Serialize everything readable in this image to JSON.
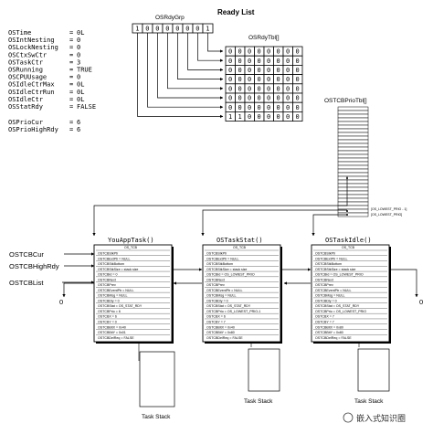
{
  "ready_list_title": "Ready List",
  "osrdygrp": {
    "label": "OSRdyGrp",
    "bits": [
      "1",
      "0",
      "0",
      "0",
      "0",
      "0",
      "0",
      "1"
    ]
  },
  "osrdytbl": {
    "label": "OSRdyTbl[]",
    "rows": [
      [
        "0",
        "0",
        "0",
        "0",
        "0",
        "0",
        "0",
        "0"
      ],
      [
        "0",
        "0",
        "0",
        "0",
        "0",
        "0",
        "0",
        "0"
      ],
      [
        "0",
        "0",
        "0",
        "0",
        "0",
        "0",
        "0",
        "0"
      ],
      [
        "0",
        "0",
        "0",
        "0",
        "0",
        "0",
        "0",
        "0"
      ],
      [
        "0",
        "0",
        "0",
        "0",
        "0",
        "0",
        "0",
        "0"
      ],
      [
        "0",
        "0",
        "0",
        "0",
        "0",
        "0",
        "0",
        "0"
      ],
      [
        "0",
        "0",
        "0",
        "0",
        "0",
        "0",
        "0",
        "0"
      ],
      [
        "1",
        "1",
        "0",
        "0",
        "0",
        "0",
        "0",
        "0"
      ]
    ]
  },
  "variables": [
    {
      "name": "OSTime",
      "value": "0L"
    },
    {
      "name": "OSIntNesting",
      "value": "0"
    },
    {
      "name": "OSLockNesting",
      "value": "0"
    },
    {
      "name": "OSCtxSwCtr",
      "value": "0"
    },
    {
      "name": "OSTaskCtr",
      "value": "3"
    },
    {
      "name": "OSRunning",
      "value": "TRUE"
    },
    {
      "name": "OSCPUUsage",
      "value": "0"
    },
    {
      "name": "OSIdleCtrMax",
      "value": "0L"
    },
    {
      "name": "OSIdleCtrRun",
      "value": "0L"
    },
    {
      "name": "OSIdleCtr",
      "value": "0L"
    },
    {
      "name": "OSStatRdy",
      "value": "FALSE"
    }
  ],
  "prio_variables": [
    {
      "name": "OSPrioCur",
      "value": "6"
    },
    {
      "name": "OSPrioHighRdy",
      "value": "6"
    }
  ],
  "ostcbpriotbl": {
    "label": "OSTCBPrioTbl[]",
    "annotations": [
      "[OS_LOWEST_PRIO - 1]",
      "[OS_LOWEST_PRIO]"
    ]
  },
  "pointers": {
    "cur": "OSTCBCur",
    "high": "OSTCBHighRdy",
    "list": "OSTCBList",
    "zero_left": "0",
    "zero_right": "0"
  },
  "tcbs": [
    {
      "title": "YouAppTask()",
      "subtitle": "OS_TCB",
      "fields": [
        "OSTCBStkPtr",
        "OSTCBExtPtr = NULL",
        "OSTCBStkBottom",
        "OSTCBStkSize = stack size",
        "OSTCBId = 0",
        "OSTCBNext",
        "OSTCBPrev",
        "OSTCBEventPtr = NULL",
        "OSTCBMsg = NULL",
        "OSTCBDly = 0",
        "OSTCBStat = OS_STAT_RDY",
        "OSTCBPrio = 6",
        "OSTCBX = 6",
        "OSTCBY = 0",
        "OSTCBBitX = 0x40",
        "OSTCBBitY = 0x01",
        "OSTCBDelReq = FALSE"
      ],
      "stack_label": "Task Stack"
    },
    {
      "title": "OSTaskStat()",
      "subtitle": "OS_TCB",
      "fields": [
        "OSTCBStkPtr",
        "OSTCBExtPtr = NULL",
        "OSTCBStkBottom",
        "OSTCBStkSize = stack size",
        "OSTCBId = OS_LOWEST_PRIO",
        "OSTCBNext",
        "OSTCBPrev",
        "OSTCBEventPtr = NULL",
        "OSTCBMsg = NULL",
        "OSTCBDly = 0",
        "OSTCBStat = OS_STAT_RDY",
        "OSTCBPrio = OS_LOWEST_PRIO-1",
        "OSTCBX = 6",
        "OSTCBY = 7",
        "OSTCBBitX = 0x40",
        "OSTCBBitY = 0x80",
        "OSTCBDelReq = FALSE"
      ],
      "stack_label": "Task Stack"
    },
    {
      "title": "OSTaskIdle()",
      "subtitle": "OS_TCB",
      "fields": [
        "OSTCBStkPtr",
        "OSTCBExtPtr = NULL",
        "OSTCBStkBottom",
        "OSTCBStkSize = stack size",
        "OSTCBId = OS_LOWEST_PRIO",
        "OSTCBNext",
        "OSTCBPrev",
        "OSTCBEventPtr = NULL",
        "OSTCBMsg = NULL",
        "OSTCBDly = 0",
        "OSTCBStat = OS_STAT_RDY",
        "OSTCBPrio = OS_LOWEST_PRIO",
        "OSTCBX = 7",
        "OSTCBY = 7",
        "OSTCBBitX = 0x80",
        "OSTCBBitY = 0x80",
        "OSTCBDelReq = FALSE"
      ],
      "stack_label": "Task Stack"
    }
  ],
  "watermark": "嵌入式知识圈"
}
